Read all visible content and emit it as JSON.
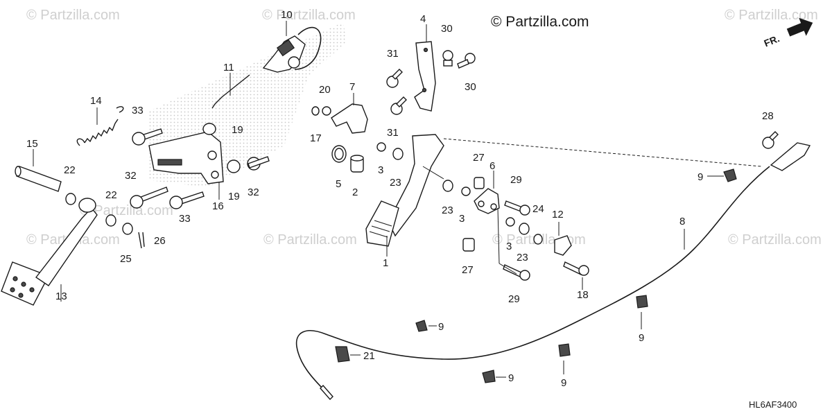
{
  "watermarks": {
    "main": "© Partzilla.com",
    "faint": "© Partzilla.com"
  },
  "direction_label": "FR.",
  "diagram_code": "HL6AF3400",
  "callouts": {
    "c1": "1",
    "c2": "2",
    "c3a": "3",
    "c3b": "3",
    "c3c": "3",
    "c4": "4",
    "c5": "5",
    "c6": "6",
    "c7": "7",
    "c8": "8",
    "c9a": "9",
    "c9b": "9",
    "c9c": "9",
    "c9d": "9",
    "c9e": "9",
    "c10": "10",
    "c11": "11",
    "c12": "12",
    "c13": "13",
    "c14": "14",
    "c15": "15",
    "c16": "16",
    "c17": "17",
    "c18": "18",
    "c19a": "19",
    "c19b": "19",
    "c20": "20",
    "c21": "21",
    "c22a": "22",
    "c22b": "22",
    "c23a": "23",
    "c23b": "23",
    "c23c": "23",
    "c24": "24",
    "c25": "25",
    "c26": "26",
    "c27a": "27",
    "c27b": "27",
    "c28": "28",
    "c29a": "29",
    "c29b": "29",
    "c30a": "30",
    "c30b": "30",
    "c31a": "31",
    "c31b": "31",
    "c32a": "32",
    "c32b": "32",
    "c33a": "33",
    "c33b": "33"
  }
}
